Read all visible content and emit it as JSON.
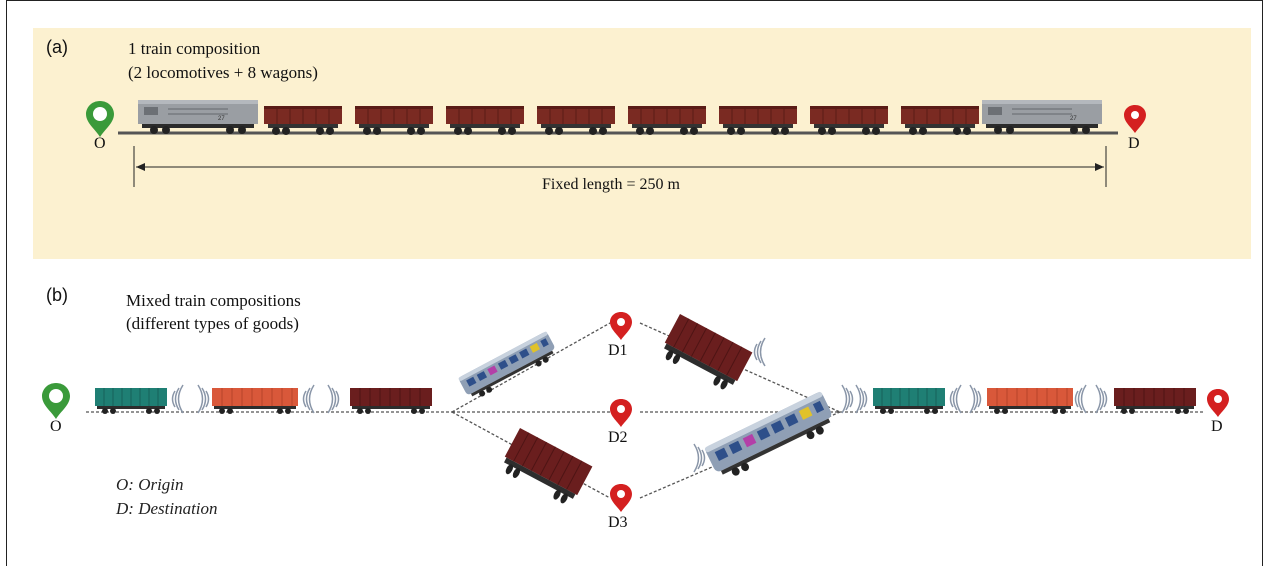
{
  "panel_a": {
    "label": "(a)",
    "title_line1": "1 train composition",
    "title_line2": "(2 locomotives + 8 wagons)",
    "origin_label": "O",
    "destination_label": "D",
    "dimension_label": "Fixed length = 250 m",
    "locomotive_number": "27",
    "colors": {
      "background": "#fcf1d0",
      "origin_pin": "#3a9a3a",
      "destination_pin": "#d42020",
      "locomotive": "#9a9ea3",
      "wagon": "#7a2a22"
    }
  },
  "panel_b": {
    "label": "(b)",
    "title_line1": "Mixed train compositions",
    "title_line2": "(different types of goods)",
    "origin_label": "O",
    "destination_label": "D",
    "branch_labels": [
      "D1",
      "D2",
      "D3"
    ],
    "legend_line1": "O: Origin",
    "legend_line2": "D: Destination",
    "colors": {
      "teal_wagon": "#1f7f74",
      "orange_wagon": "#d9583a",
      "maroon_wagon": "#6a1e1e",
      "passenger_car": "#8f9fb5"
    }
  }
}
